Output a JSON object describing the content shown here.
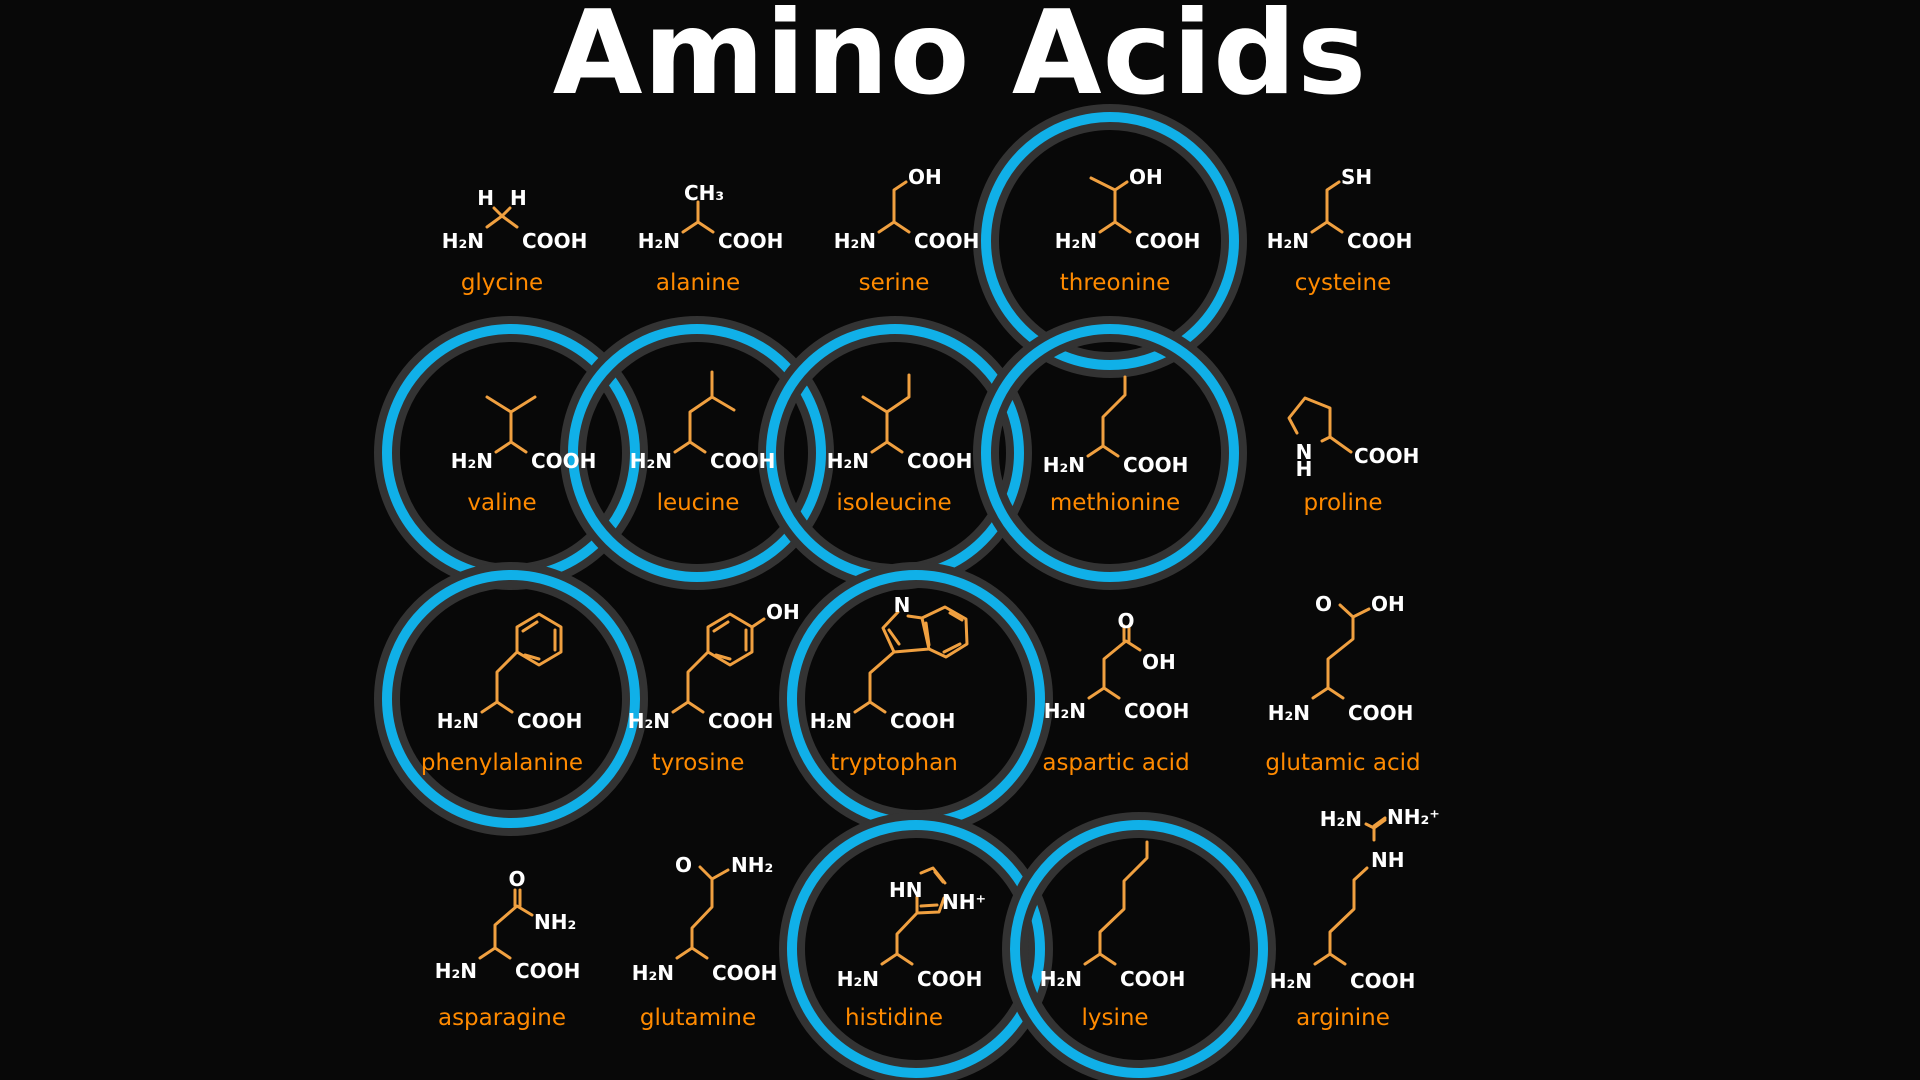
{
  "title": "Amino Acids",
  "colors": {
    "background": "#080808",
    "title": "#ffffff",
    "name_label": "#ff8a00",
    "bond": "#f0a040",
    "atom_label": "#ffffff",
    "highlight_ring": "#10b0e8",
    "highlight_ring_outline": "#333333"
  },
  "amino_acids": [
    {
      "name": "glycine",
      "row": 1,
      "col": 1,
      "side_chain": "H H",
      "highlighted": false
    },
    {
      "name": "alanine",
      "row": 1,
      "col": 2,
      "side_chain": "CH3",
      "highlighted": false
    },
    {
      "name": "serine",
      "row": 1,
      "col": 3,
      "side_chain": "OH",
      "highlighted": false
    },
    {
      "name": "threonine",
      "row": 1,
      "col": 4,
      "side_chain": "OH",
      "highlighted": true
    },
    {
      "name": "cysteine",
      "row": 1,
      "col": 5,
      "side_chain": "SH",
      "highlighted": false
    },
    {
      "name": "valine",
      "row": 2,
      "col": 1,
      "side_chain": "",
      "highlighted": true
    },
    {
      "name": "leucine",
      "row": 2,
      "col": 2,
      "side_chain": "",
      "highlighted": true
    },
    {
      "name": "isoleucine",
      "row": 2,
      "col": 3,
      "side_chain": "",
      "highlighted": true
    },
    {
      "name": "methionine",
      "row": 2,
      "col": 4,
      "side_chain": "",
      "highlighted": true
    },
    {
      "name": "proline",
      "row": 2,
      "col": 5,
      "side_chain": "N H",
      "highlighted": false
    },
    {
      "name": "phenylalanine",
      "row": 3,
      "col": 1,
      "side_chain": "",
      "highlighted": true
    },
    {
      "name": "tyrosine",
      "row": 3,
      "col": 2,
      "side_chain": "OH",
      "highlighted": false
    },
    {
      "name": "tryptophan",
      "row": 3,
      "col": 3,
      "side_chain": "N",
      "highlighted": true
    },
    {
      "name": "aspartic acid",
      "row": 3,
      "col": 4,
      "side_chain": "O OH",
      "highlighted": false
    },
    {
      "name": "glutamic acid",
      "row": 3,
      "col": 5,
      "side_chain": "O OH",
      "highlighted": false
    },
    {
      "name": "asparagine",
      "row": 4,
      "col": 1,
      "side_chain": "O NH2",
      "highlighted": false
    },
    {
      "name": "glutamine",
      "row": 4,
      "col": 2,
      "side_chain": "O NH2",
      "highlighted": false
    },
    {
      "name": "histidine",
      "row": 4,
      "col": 3,
      "side_chain": "HN NH+",
      "highlighted": true
    },
    {
      "name": "lysine",
      "row": 4,
      "col": 4,
      "side_chain": "",
      "highlighted": true
    },
    {
      "name": "arginine",
      "row": 4,
      "col": 5,
      "side_chain": "H2N NH2+ NH",
      "highlighted": false
    }
  ],
  "atoms": {
    "H2N": "H₂N",
    "COOH": "COOH",
    "H": "H",
    "CH3": "CH₃",
    "OH": "OH",
    "SH": "SH",
    "N": "N",
    "O": "O",
    "NH2": "NH₂",
    "HN": "HN",
    "NHplus": "NH⁺",
    "NH": "NH",
    "NH2plus": "NH₂⁺"
  }
}
